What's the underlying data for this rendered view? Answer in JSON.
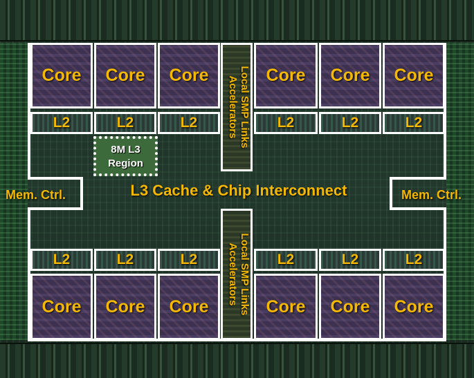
{
  "diagram": {
    "cores_top": [
      "Core",
      "Core",
      "Core",
      "Core",
      "Core",
      "Core"
    ],
    "l2_top": [
      "L2",
      "L2",
      "L2",
      "L2",
      "L2",
      "L2"
    ],
    "l2_bottom": [
      "L2",
      "L2",
      "L2",
      "L2",
      "L2",
      "L2"
    ],
    "cores_bottom": [
      "Core",
      "Core",
      "Core",
      "Core",
      "Core",
      "Core"
    ],
    "l3_label": "L3 Cache & Chip Interconnect",
    "mem_ctrl_left": "Mem. Ctrl.",
    "mem_ctrl_right": "Mem. Ctrl.",
    "smp_top": {
      "line1": "Local SMP Links",
      "line2": "Accelerators"
    },
    "smp_bottom": {
      "line1": "Local SMP Links",
      "line2": "Accelerators"
    },
    "l3_region": {
      "line1": "8M L3",
      "line2": "Region"
    }
  },
  "colors": {
    "label": "#f5b800",
    "border": "#ffffff",
    "core_fill": "#3c3150",
    "l3_region_fill": "#3d6a3a"
  }
}
